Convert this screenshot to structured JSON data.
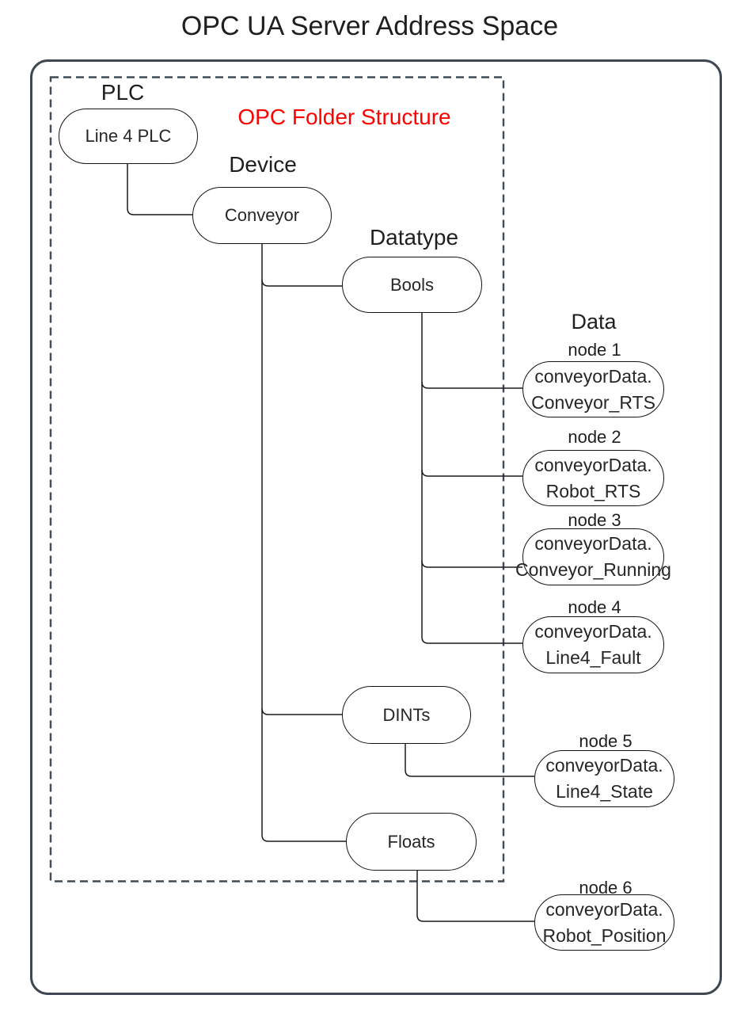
{
  "title": "OPC UA Server Address Space",
  "annotation": "OPC Folder Structure",
  "labels": {
    "plc": "PLC",
    "device": "Device",
    "datatype": "Datatype",
    "data": "Data"
  },
  "folder_nodes": {
    "plc": "Line 4 PLC",
    "device": "Conveyor",
    "bools": "Bools",
    "dints": "DINTs",
    "floats": "Floats"
  },
  "data_nodes": [
    {
      "label": "node 1",
      "line1": "conveyorData.",
      "line2": "Conveyor_RTS"
    },
    {
      "label": "node 2",
      "line1": "conveyorData.",
      "line2": "Robot_RTS"
    },
    {
      "label": "node 3",
      "line1": "conveyorData.",
      "line2": "Conveyor_Running"
    },
    {
      "label": "node 4",
      "line1": "conveyorData.",
      "line2": "Line4_Fault"
    },
    {
      "label": "node 5",
      "line1": "conveyorData.",
      "line2": "Line4_State"
    },
    {
      "label": "node 6",
      "line1": "conveyorData.",
      "line2": "Robot_Position"
    }
  ],
  "colors": {
    "background": "#ffffff",
    "outer_border": "#3f4850",
    "dashed_box": "#414b55",
    "node_border": "#141414",
    "connector": "#1c1c1c",
    "text": "#1f1f1f",
    "annotation_red": "#ff0000"
  }
}
